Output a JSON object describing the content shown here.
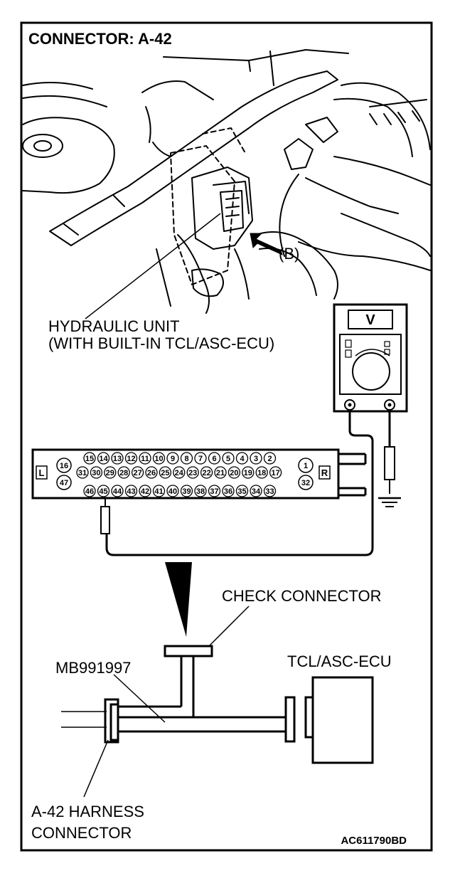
{
  "title": "CONNECTOR: A-42",
  "labels": {
    "view_marker": "(B)",
    "hydraulic_unit_line1": "HYDRAULIC UNIT",
    "hydraulic_unit_line2": "(WITH BUILT-IN TCL/ASC-ECU)",
    "check_connector": "CHECK CONNECTOR",
    "special_tool": "MB991997",
    "ecu": "TCL/ASC-ECU",
    "harness_line1": "A-42 HARNESS",
    "harness_line2": "CONNECTOR",
    "figure_code": "AC611790BD"
  },
  "voltmeter": {
    "symbol": "V"
  },
  "connector": {
    "left_marker": "L",
    "right_marker": "R",
    "row1": [
      "15",
      "14",
      "13",
      "12",
      "11",
      "10",
      "9",
      "8",
      "7",
      "6",
      "5",
      "4",
      "3",
      "2"
    ],
    "row2": [
      "31",
      "30",
      "29",
      "28",
      "27",
      "26",
      "25",
      "24",
      "23",
      "22",
      "21",
      "20",
      "19",
      "18",
      "17"
    ],
    "row3": [
      "46",
      "45",
      "44",
      "43",
      "42",
      "41",
      "40",
      "39",
      "38",
      "37",
      "36",
      "35",
      "34",
      "33"
    ],
    "left_top": "16",
    "left_bottom": "47",
    "right_top": "1",
    "right_bottom": "32"
  }
}
